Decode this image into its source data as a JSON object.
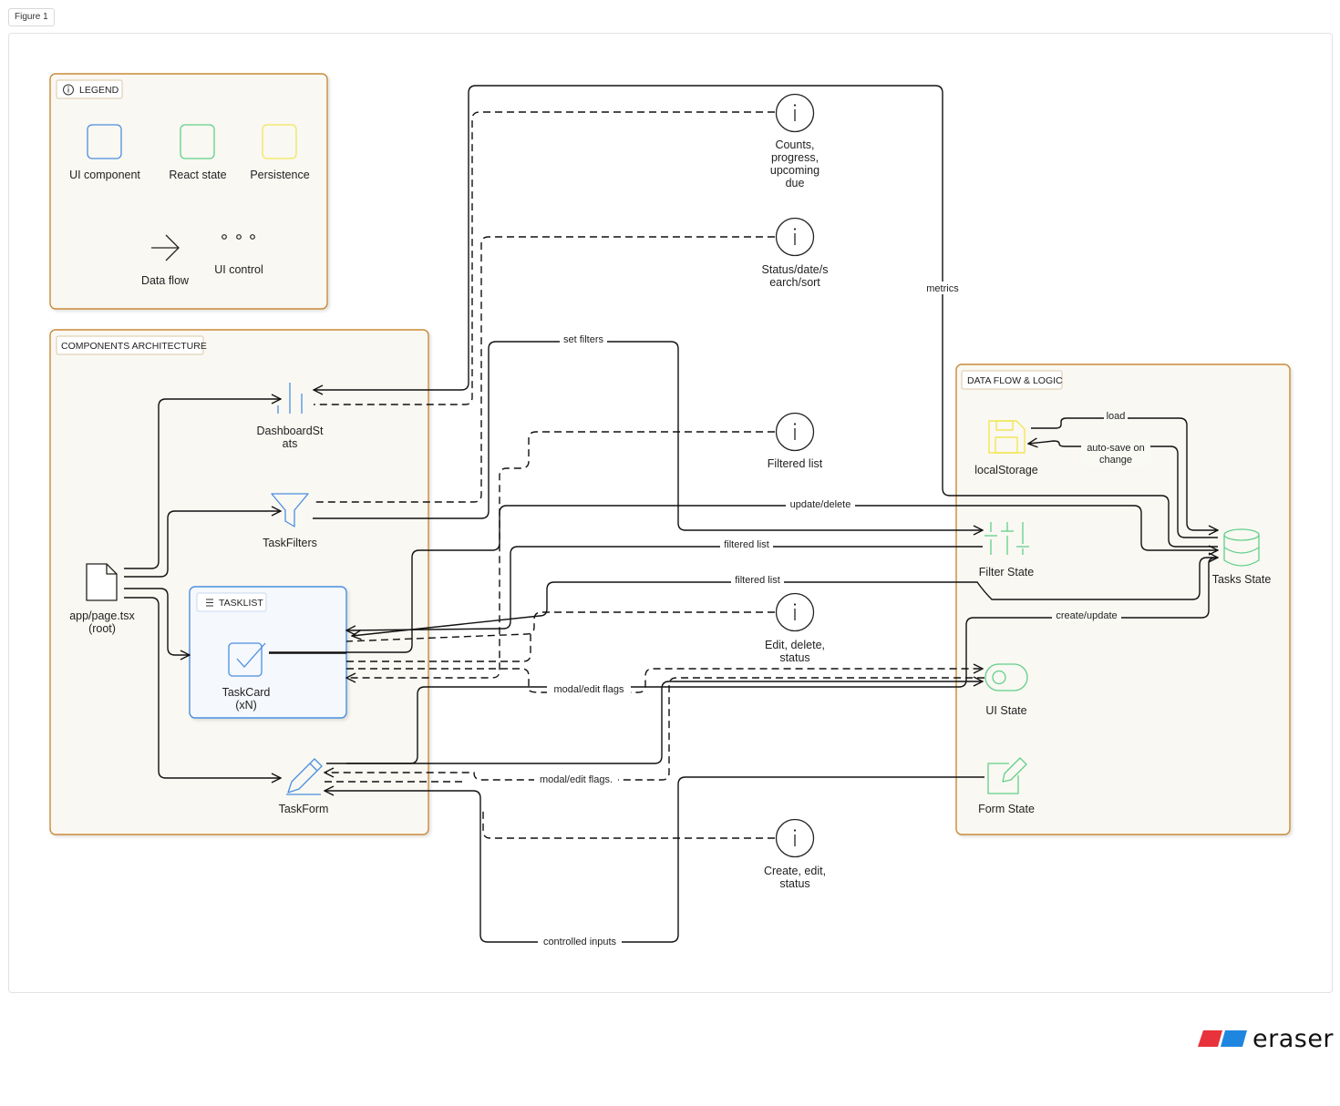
{
  "figure_tag": "Figure 1",
  "groups": {
    "legend": "LEGEND",
    "components": "COMPONENTS ARCHITECTURE",
    "dataflow": "DATA FLOW & LOGIC",
    "tasklist": "TASKLIST"
  },
  "legend": {
    "ui_component": "UI component",
    "react_state": "React state",
    "persistence": "Persistence",
    "data_flow": "Data flow",
    "ui_control": "UI control"
  },
  "nodes": {
    "dashboard": [
      "DashboardSt",
      "ats"
    ],
    "taskfilters": "TaskFilters",
    "app": [
      "app/page.tsx",
      "(root)"
    ],
    "taskcard": [
      "TaskCard",
      "(xN)"
    ],
    "taskform": "TaskForm",
    "localstorage": "localStorage",
    "filter_state": "Filter State",
    "tasks_state": "Tasks State",
    "ui_state": "UI State",
    "form_state": "Form State"
  },
  "notes": {
    "counts": [
      "Counts,",
      "progress,",
      "upcoming",
      "due"
    ],
    "status": [
      "Status/date/s",
      "earch/sort"
    ],
    "filtered": "Filtered list",
    "edit": [
      "Edit, delete,",
      "status"
    ],
    "create": [
      "Create, edit,",
      "status"
    ]
  },
  "edges": {
    "metrics": "metrics",
    "set_filters": "set filters",
    "load": "load",
    "autosave": [
      "auto-save on",
      "change"
    ],
    "update_delete": "update/delete",
    "filtered_list_1": "filtered list",
    "filtered_list_2": "filtered list",
    "create_update": "create/update",
    "modal_flags_1": "modal/edit flags",
    "modal_flags_2": "modal/edit flags.",
    "controlled_inputs": "controlled inputs"
  },
  "colors": {
    "group_border": "#c98a3a",
    "group_fill": "#faf8f2",
    "ui_component": "#4a8fe0",
    "react_state": "#5fd08a",
    "persistence": "#f2e65a",
    "brand_red": "#e8323c",
    "brand_blue": "#1f86e0"
  },
  "brand": "eraser"
}
